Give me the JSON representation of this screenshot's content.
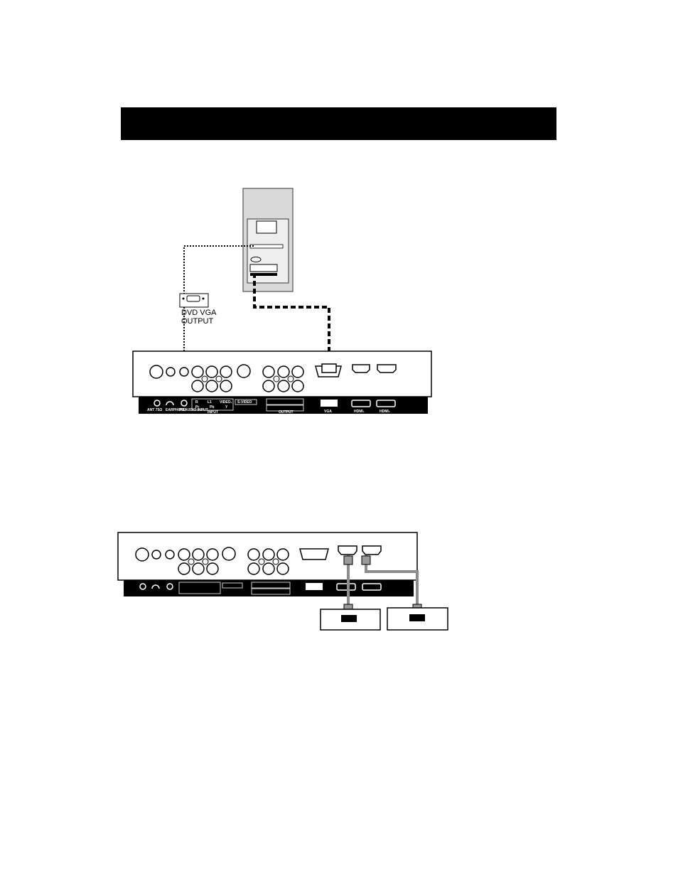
{
  "header": {
    "title": ""
  },
  "diagram1": {
    "dvd_label_line1": "DVD VGA",
    "dvd_label_line2": "OUTPUT",
    "vga_output_port_text": "VGA OUTPUT",
    "panel_labels": {
      "ant": "ANT 75Ω",
      "earphone": "EARPHONE",
      "pc_audio": "PC AUDIO INPUT",
      "pr": "Pr",
      "pb": "Pb",
      "y": "Y",
      "r": "R",
      "l1": "L1",
      "video_in": "VIDEO₁",
      "svideo": "S-VIDEO",
      "input": "INPUT",
      "output": "OUTPUT",
      "vga": "VGA",
      "hdmi1": "HDMI₁",
      "hdmi2": "HDMI₂"
    }
  },
  "colors": {
    "cable_dvd": "#000000",
    "cable_hdmi": "#8c8c8c",
    "device_fill": "#d9d9d9"
  }
}
